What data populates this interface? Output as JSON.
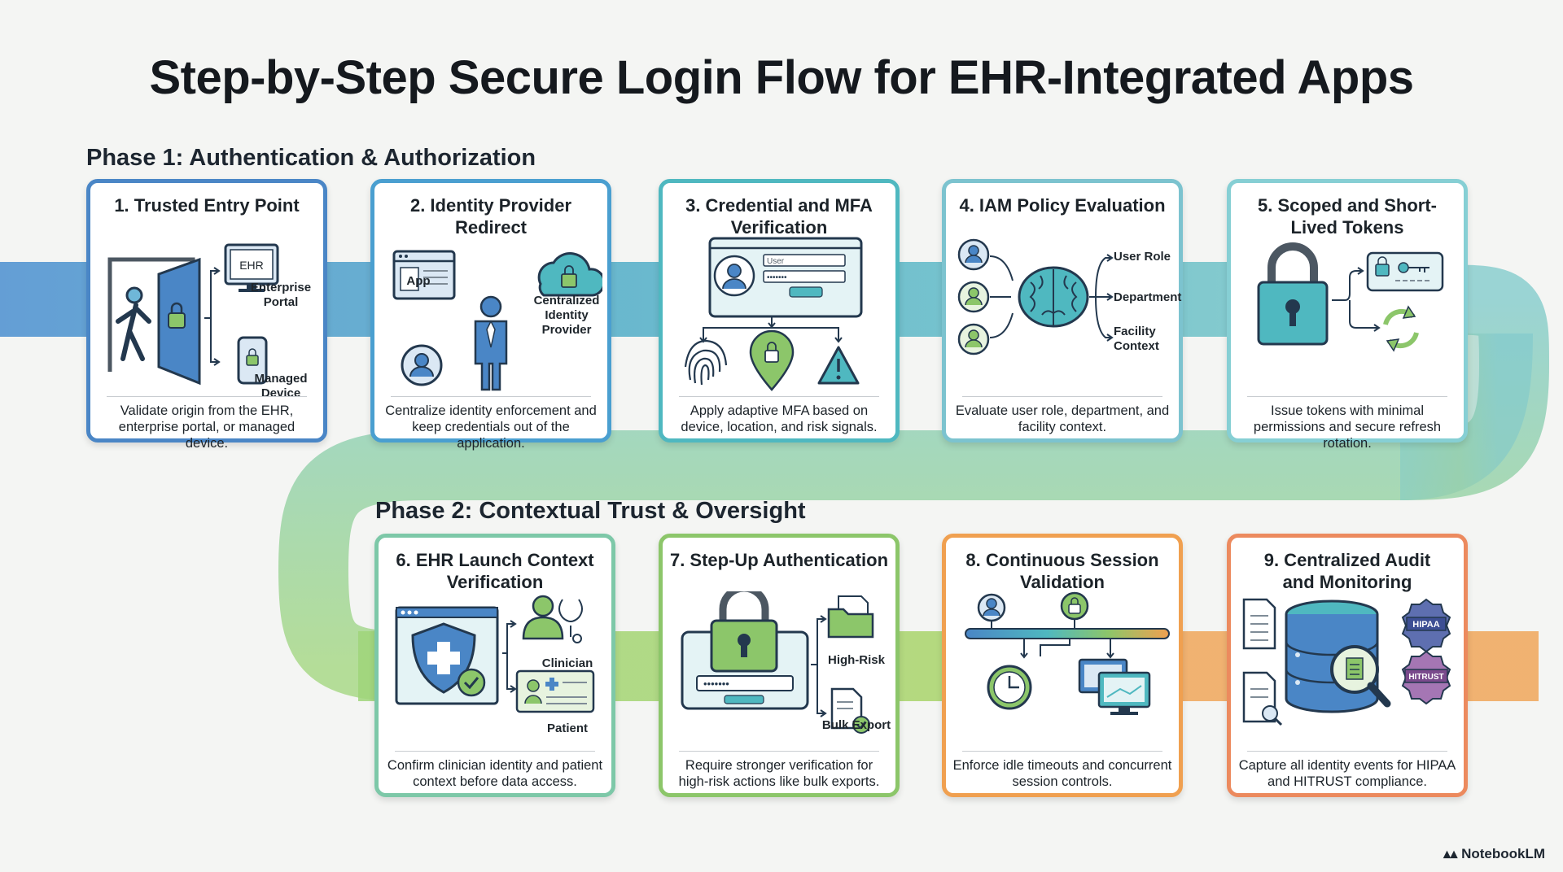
{
  "title": "Step-by-Step Secure Login Flow for EHR-Integrated Apps",
  "phase1": "Phase 1: Authentication & Authorization",
  "phase2": "Phase 2: Contextual Trust & Oversight",
  "colors": {
    "blue": "#4a86c6",
    "teal": "#4fb8c0",
    "green": "#8cc66a",
    "orange": "#f0a050",
    "coral": "#ec8a5e"
  },
  "steps": [
    {
      "title": "1. Trusted Entry Point",
      "desc": "Validate origin from the EHR, enterprise portal, or managed device.",
      "labels": {
        "ehr": "EHR",
        "portal": "Enterprise Portal",
        "device": "Managed Device"
      },
      "icons": [
        "door-icon",
        "person-walking-icon",
        "lock-icon",
        "monitor-icon",
        "phone-icon"
      ]
    },
    {
      "title": "2. Identity Provider Redirect",
      "desc": "Centralize identity enforcement and keep credentials out of the application.",
      "labels": {
        "app": "App",
        "idp": "Centralized Identity Provider"
      },
      "icons": [
        "browser-icon",
        "user-avatar-icon",
        "businessman-icon",
        "cloud-lock-icon"
      ]
    },
    {
      "title": "3. Credential and MFA Verification",
      "desc": "Apply adaptive MFA based on device, location, and risk signals.",
      "labels": {
        "user": "User",
        "password": "•••••••"
      },
      "icons": [
        "login-window-icon",
        "fingerprint-icon",
        "location-lock-icon",
        "warning-icon"
      ]
    },
    {
      "title": "4. IAM Policy Evaluation",
      "desc": "Evaluate user role, department, and facility context.",
      "labels": {
        "role": "User Role",
        "dept": "Department",
        "facility": "Facility Context"
      },
      "icons": [
        "user-icon",
        "brain-icon"
      ]
    },
    {
      "title": "5. Scoped and Short-Lived Tokens",
      "desc": "Issue tokens with minimal permissions and secure refresh rotation.",
      "labels": {},
      "icons": [
        "padlock-icon",
        "token-card-icon",
        "refresh-icon"
      ]
    },
    {
      "title": "6. EHR Launch Context Verification",
      "desc": "Confirm clinician identity and patient context before data access.",
      "labels": {
        "clinician": "Clinician",
        "patient": "Patient"
      },
      "icons": [
        "shield-cross-icon",
        "clinician-icon",
        "patient-card-icon"
      ]
    },
    {
      "title": "7. Step-Up Authentication",
      "desc": "Require stronger verification for high-risk actions like bulk exports.",
      "labels": {
        "highrisk": "High-Risk",
        "bulk": "Bulk Export"
      },
      "icons": [
        "padlock-icon",
        "folder-icon",
        "document-check-icon"
      ]
    },
    {
      "title": "8. Continuous Session Validation",
      "desc": "Enforce idle timeouts and concurrent session controls.",
      "labels": {},
      "icons": [
        "user-icon",
        "lock-icon",
        "clock-icon",
        "monitors-icon"
      ]
    },
    {
      "title": "9. Centralized Audit and Monitoring",
      "desc": "Capture all identity events for HIPAA and HITRUST compliance.",
      "labels": {
        "hipaa": "HIPAA",
        "hitrust": "HITRUST"
      },
      "icons": [
        "database-icon",
        "magnifier-icon",
        "document-icon",
        "badge-icon"
      ]
    }
  ],
  "brand": "NotebookLM"
}
